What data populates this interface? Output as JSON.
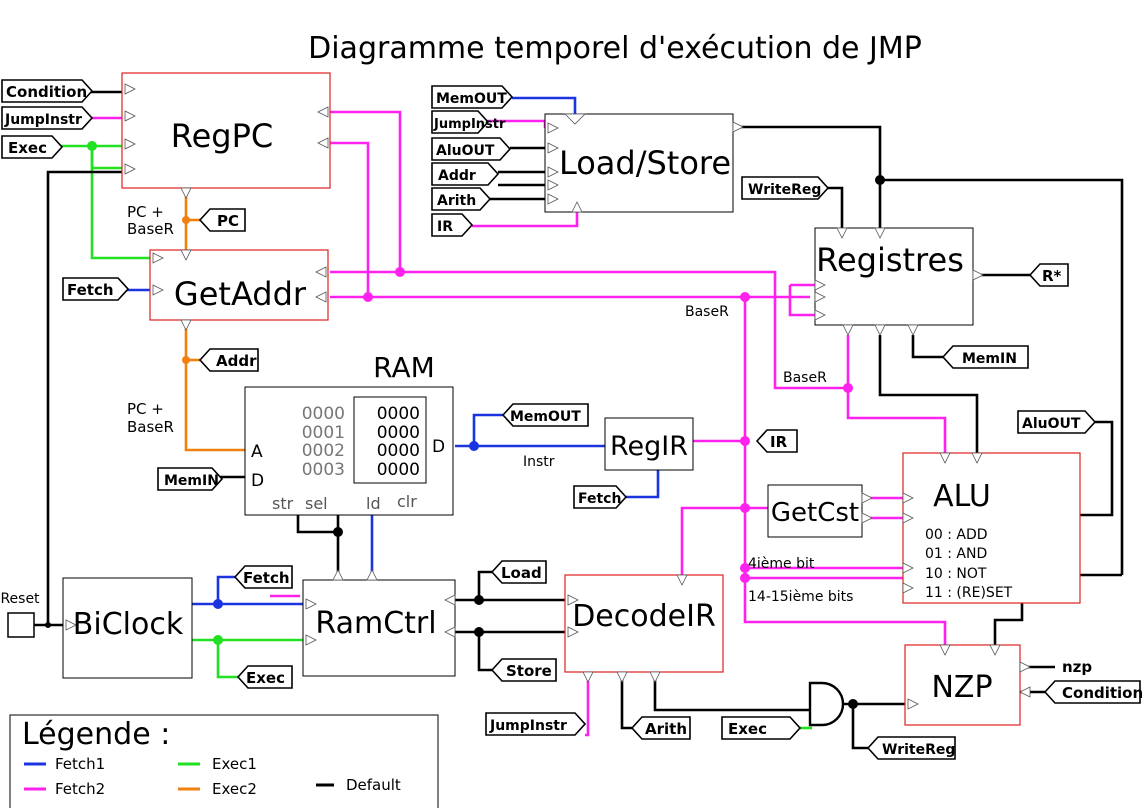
{
  "title": "Diagramme temporel d'exécution de JMP",
  "colors": {
    "fetch1": "#1a35e0",
    "fetch2": "#ff22ee",
    "exec1": "#22e022",
    "exec2": "#f08010",
    "default": "#000000",
    "module_border_red": "#e02020"
  },
  "blocks": {
    "regpc": "RegPC",
    "getaddr": "GetAddr",
    "loadstore": "Load/Store",
    "registres": "Registres",
    "ram": "RAM",
    "regir": "RegIR",
    "getcst": "GetCst",
    "alu": "ALU",
    "biclock": "BiClock",
    "ramctrl": "RamCtrl",
    "decodeir": "DecodeIR",
    "nzp": "NZP"
  },
  "tags": {
    "condition_in": "Condition",
    "jumpinstr_pc": "JumpInstr",
    "exec_pc": "Exec",
    "pc": "PC",
    "fetch_getaddr": "Fetch",
    "addr": "Addr",
    "memin_ram": "MemIN",
    "memout_ls": "MemOUT",
    "jumpinstr_ls": "JumpInstr",
    "aluout_ls": "AluOUT",
    "addr_ls": "Addr",
    "arith_ls": "Arith",
    "ir_ls": "IR",
    "writereg_reg": "WriteReg",
    "rstar": "R*",
    "memin_reg": "MemIN",
    "memout_ram": "MemOUT",
    "ir_out": "IR",
    "fetch_regir": "Fetch",
    "aluout_alu": "AluOUT",
    "fetch_clk": "Fetch",
    "exec_clk": "Exec",
    "load": "Load",
    "store": "Store",
    "jumpinstr_dec": "JumpInstr",
    "arith_dec": "Arith",
    "exec_and": "Exec",
    "writereg_nzp": "WriteReg",
    "condition_out": "Condition"
  },
  "labels": {
    "pc_basr1_a": "PC +",
    "pc_basr1_b": "BaseR",
    "pc_basr2_a": "PC +",
    "pc_basr2_b": "BaseR",
    "baser_1": "BaseR",
    "baser_2": "BaseR",
    "instr": "Instr",
    "bit4": "4ième bit",
    "bits1415": "14-15ième bits",
    "nzp_out": "nzp",
    "reset": "Reset"
  },
  "ram": {
    "addresses": [
      "0000",
      "0001",
      "0002",
      "0003"
    ],
    "values": [
      "0000",
      "0000",
      "0000",
      "0000"
    ],
    "port_a": "A",
    "port_d_in": "D",
    "port_d_out": "D",
    "str": "str",
    "sel": "sel",
    "ld": "ld",
    "clr": "clr"
  },
  "alu_ops": [
    "00 : ADD",
    "01 : AND",
    "10 : NOT",
    "11 : (RE)SET"
  ],
  "legend": {
    "title": "Légende :",
    "items": [
      {
        "label": "Fetch1",
        "color": "#1a35e0"
      },
      {
        "label": "Fetch2",
        "color": "#ff22ee"
      },
      {
        "label": "Exec1",
        "color": "#22e022"
      },
      {
        "label": "Exec2",
        "color": "#f08010"
      },
      {
        "label": "Default",
        "color": "#000000"
      }
    ]
  }
}
